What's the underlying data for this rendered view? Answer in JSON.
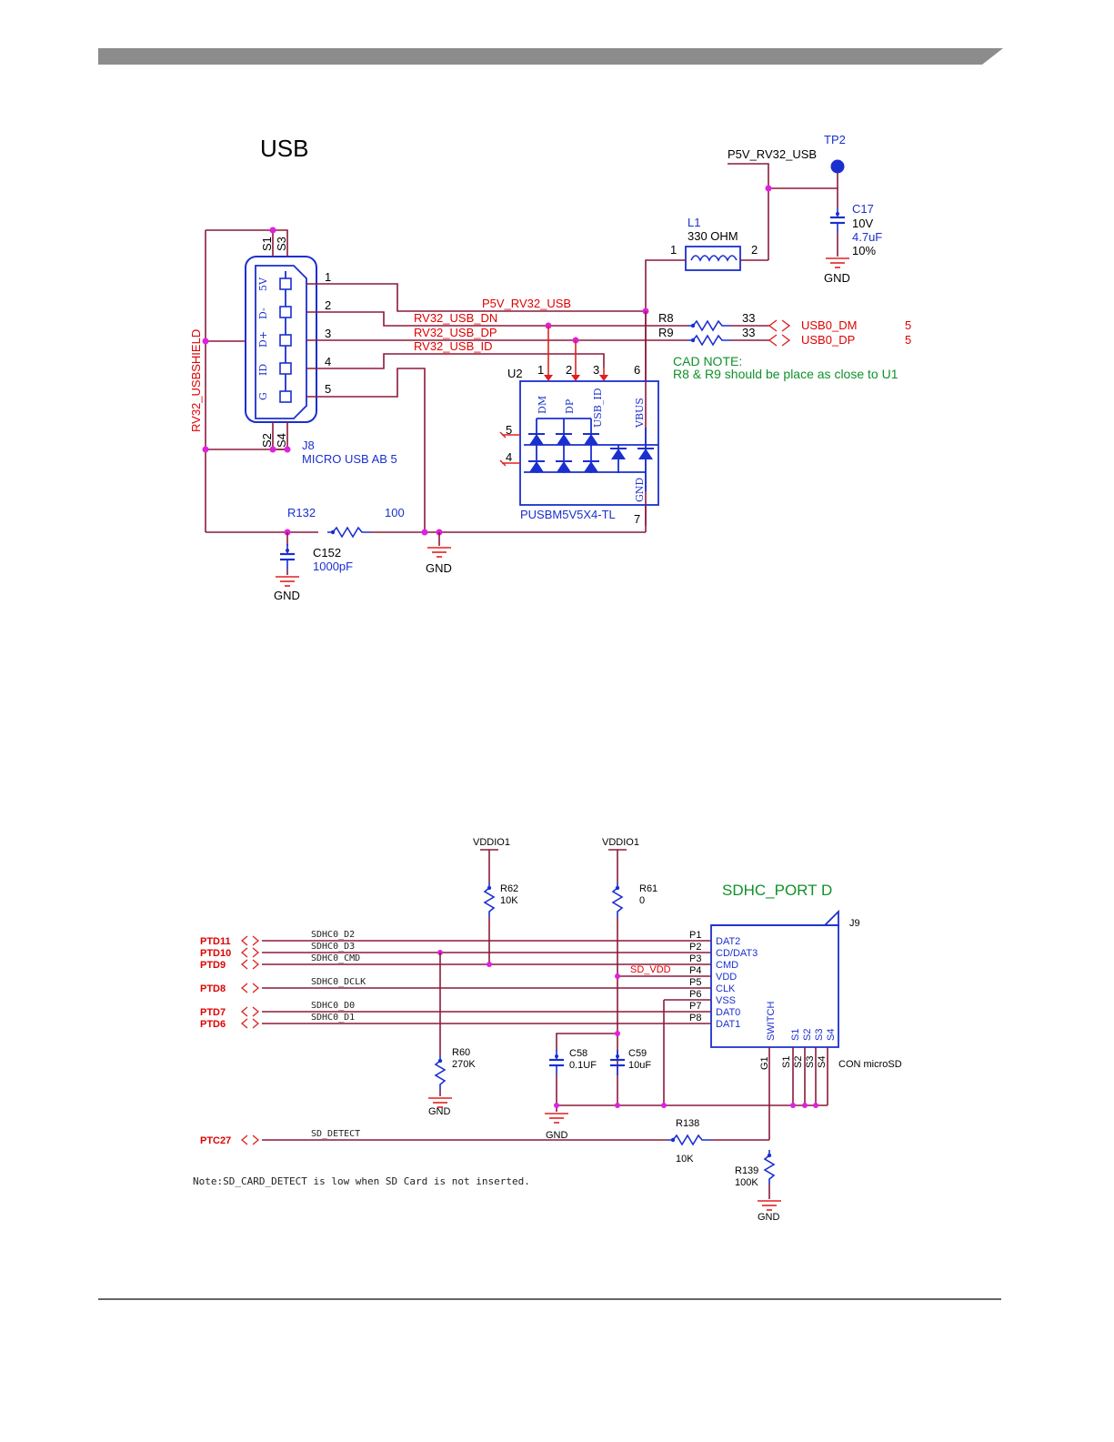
{
  "usb": {
    "title": "USB",
    "tp2": "TP2",
    "p5v_top": "P5V_RV32_USB",
    "c17": {
      "ref": "C17",
      "v": "10V",
      "val": "4.7uF",
      "tol": "10%"
    },
    "gnd": "GND",
    "l1": {
      "ref": "L1",
      "val": "330 OHM",
      "p1": "1",
      "p2": "2"
    },
    "j8_pins": [
      "1",
      "2",
      "3",
      "4",
      "5"
    ],
    "j8_sig": [
      "5V",
      "D-",
      "D+",
      "ID",
      "G"
    ],
    "s_labels": [
      "S1",
      "S3",
      "S2",
      "S4"
    ],
    "net_p5v": "P5V_RV32_USB",
    "net_dn": "RV32_USB_DN",
    "net_dp": "RV32_USB_DP",
    "net_id": "RV32_USB_ID",
    "shield": "RV32_USBSHIELD",
    "r8": "R8",
    "r9": "R9",
    "r_val": "33",
    "usb0_dm": "USB0_DM",
    "usb0_dp": "USB0_DP",
    "sheet": "5",
    "cad_note_1": "CAD NOTE:",
    "cad_note_2": "R8 & R9 should be place as close to U1",
    "u2": "U2",
    "u2_pins": [
      "1",
      "2",
      "3",
      "6",
      "5",
      "4",
      "7"
    ],
    "u2_sig": [
      "DM",
      "DP",
      "USB_ID",
      "VBUS",
      "GND"
    ],
    "u2_part": "PUSBM5V5X4-TL",
    "j8": "J8",
    "j8_part": "MICRO USB AB 5",
    "r132": "R132",
    "r132_val": "100",
    "c152": "C152",
    "c152_val": "1000pF"
  },
  "sd": {
    "vddio1": "VDDIO1",
    "r62": "R62",
    "r62_val": "10K",
    "r61": "R61",
    "r61_val": "0",
    "port_title": "SDHC_PORT D",
    "j9": "J9",
    "ptd": [
      "PTD11",
      "PTD10",
      "PTD9",
      "PTD8",
      "PTD7",
      "PTD6"
    ],
    "nets": [
      "SDHC0_D2",
      "SDHC0_D3",
      "SDHC0_CMD",
      "SDHC0_DCLK",
      "SDHC0_D0",
      "SDHC0_D1"
    ],
    "sd_vdd": "SD_VDD",
    "pins": [
      "P1",
      "P2",
      "P3",
      "P4",
      "P5",
      "P6",
      "P7",
      "P8"
    ],
    "sig": [
      "DAT2",
      "CD/DAT3",
      "CMD",
      "VDD",
      "CLK",
      "VSS",
      "DAT0",
      "DAT1"
    ],
    "switch": "SWITCH",
    "s_inner": [
      "S1",
      "S2",
      "S3",
      "S4"
    ],
    "s_outer": [
      "G1",
      "S1",
      "S2",
      "S3",
      "S4"
    ],
    "con": "CON microSD",
    "r60": "R60",
    "r60_val": "270K",
    "c58": "C58",
    "c58_val": "0.1UF",
    "c59": "C59",
    "c59_val": "10uF",
    "gnd": "GND",
    "ptc27": "PTC27",
    "sd_detect": "SD_DETECT",
    "r138": "R138",
    "r138_val": "10K",
    "r139": "R139",
    "r139_val": "100K",
    "note": "Note:SD_CARD_DETECT is low when SD Card is not inserted."
  }
}
